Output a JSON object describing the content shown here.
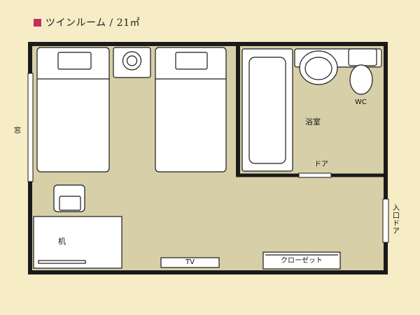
{
  "title": {
    "text": "ツインルーム / 21㎡",
    "marker_color": "#c2305f"
  },
  "colors": {
    "background": "#f6ecc5",
    "floor": "#d6cfa8",
    "wall": "#1a1a1a",
    "furniture": "#ffffff"
  },
  "labels": {
    "window": "窓",
    "bathroom": "浴室",
    "wc": "WC",
    "bath_door": "ドア",
    "entrance_door": "入口ドア",
    "desk": "机",
    "tv": "TV",
    "closet": "クローゼット"
  }
}
